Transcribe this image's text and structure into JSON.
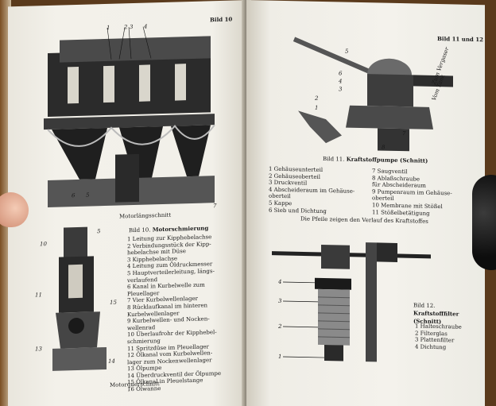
{
  "left_page": {
    "header": "Bild 10",
    "figure_top_caption": "Motorlängsschnitt",
    "figure_bottom_caption": "Motorquerschnitt",
    "legend_title_number": "Bild 10.",
    "legend_title_text": "Motorschmierung",
    "legend_items": [
      "1 Leitung zur Kipphebelachse",
      "2 Verbindungsstück der Kipp-",
      "  hebelachse mit Düse",
      "3 Kipphebelachse",
      "4 Leitung zum Öldruckmesser",
      "5 Hauptverteilerleitung, längs-",
      "  verlaufend",
      "6 Kanal in Kurbelwelle zum",
      "  Pleuellager",
      "7 Vier Kurbelwellenlager",
      "8 Rücklaufkanal im hinteren",
      "  Kurbelwellenlager",
      "9 Kurbelwellen- und Nocken-",
      "  wellenrad",
      "10 Überlaufrohr der Kipphebel-",
      "   schmierung",
      "11 Spritzdüse im Pleuellager",
      "12 Ölkanal vom Kurbelwellen-",
      "   lager zum Nockenwellenlager",
      "13 Ölpumpe",
      "14 Überdruckventil der Ölpumpe",
      "15 Ölkanal in Pleuelstange",
      "16 Ölwanne"
    ],
    "callout_top": [
      "1",
      "2",
      "3",
      "4",
      "5",
      "6",
      "7"
    ],
    "callout_bottom": [
      "10",
      "5",
      "11",
      "13",
      "15",
      "14"
    ]
  },
  "right_page": {
    "header": "Bild 11 und 12",
    "fig11_caption_number": "Bild 11.",
    "fig11_caption_text": "Kraftstoffpumpe (Schnitt)",
    "fig11_left_items": [
      "1 Gehäuseunterteil",
      "2 Gehäuseoberteil",
      "3 Druckventil",
      "4 Abscheideraum im Gehäuse-",
      "  oberteil",
      "5 Kappe",
      "6 Sieb und Dichtung"
    ],
    "fig11_right_items": [
      "7 Saugventil",
      "8 Ablaßschraube",
      "  für Abscheideraum",
      "9 Pumpenraum im Gehäuse-",
      "  oberteil",
      "10 Membrane mit Stößel",
      "11 Stößelbetätigung"
    ],
    "fig11_note": "Die Pfeile zeigen den Verlauf des Kraftstoffes",
    "fig11_callouts": [
      "5",
      "6",
      "4",
      "3",
      "2",
      "1",
      "7",
      "8",
      "Vom Tank",
      "Zum Vergaser"
    ],
    "fig12_caption_number": "Bild 12.",
    "fig12_caption_text": "Kraftstofffilter (Schnitt)",
    "fig12_items": [
      "1 Halteschraube",
      "2 Filterglas",
      "3 Plattenfilter",
      "4 Dichtung"
    ],
    "fig12_callouts": [
      "4",
      "3",
      "2",
      "1"
    ]
  },
  "colors": {
    "paper": "#f1efe8",
    "ink": "#1a1a1a",
    "background": "#5a3a1c"
  }
}
